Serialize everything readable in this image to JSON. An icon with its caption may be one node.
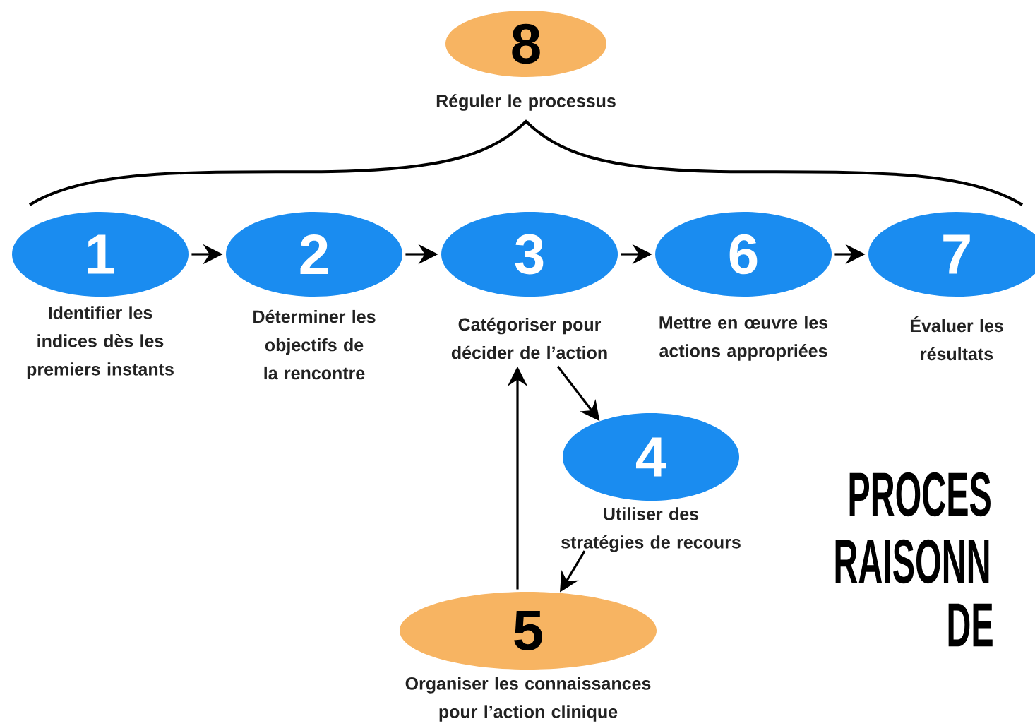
{
  "diagram": {
    "nodes": [
      {
        "text": [
          "8",
          "Réguler le processus"
        ]
      },
      {
        "text": [
          "1",
          "Identifier les indices dès les premiers instants"
        ]
      },
      {
        "text": [
          "2",
          "Déterminer les objectifs de la rencontre"
        ]
      },
      {
        "text": [
          "3",
          "Catégoriser pour décider de l’action"
        ]
      },
      {
        "text": [
          "6",
          "Mettre en œuvre les actions appropriées"
        ]
      },
      {
        "text": [
          "7",
          "Évaluer les résultats"
        ]
      },
      {
        "text": [
          "4",
          "Utiliser des stratégies de recours"
        ]
      },
      {
        "text": [
          "5",
          "Organiser les connaissances pour l’action clinique"
        ]
      }
    ],
    "edges": [
      {
        "from": 1,
        "to": 2,
        "arrow": "to"
      },
      {
        "from": 2,
        "to": 3,
        "arrow": "to"
      },
      {
        "from": 3,
        "to": 4,
        "arrow": "to"
      },
      {
        "from": 4,
        "to": 5,
        "arrow": "to"
      },
      {
        "from": 3,
        "to": 6,
        "arrow": "to"
      },
      {
        "from": 6,
        "to": 7,
        "arrow": "to"
      },
      {
        "from": 7,
        "to": 3,
        "arrow": "to"
      }
    ],
    "labels": [
      "PROCES",
      "RAISONN",
      "DE"
    ]
  }
}
